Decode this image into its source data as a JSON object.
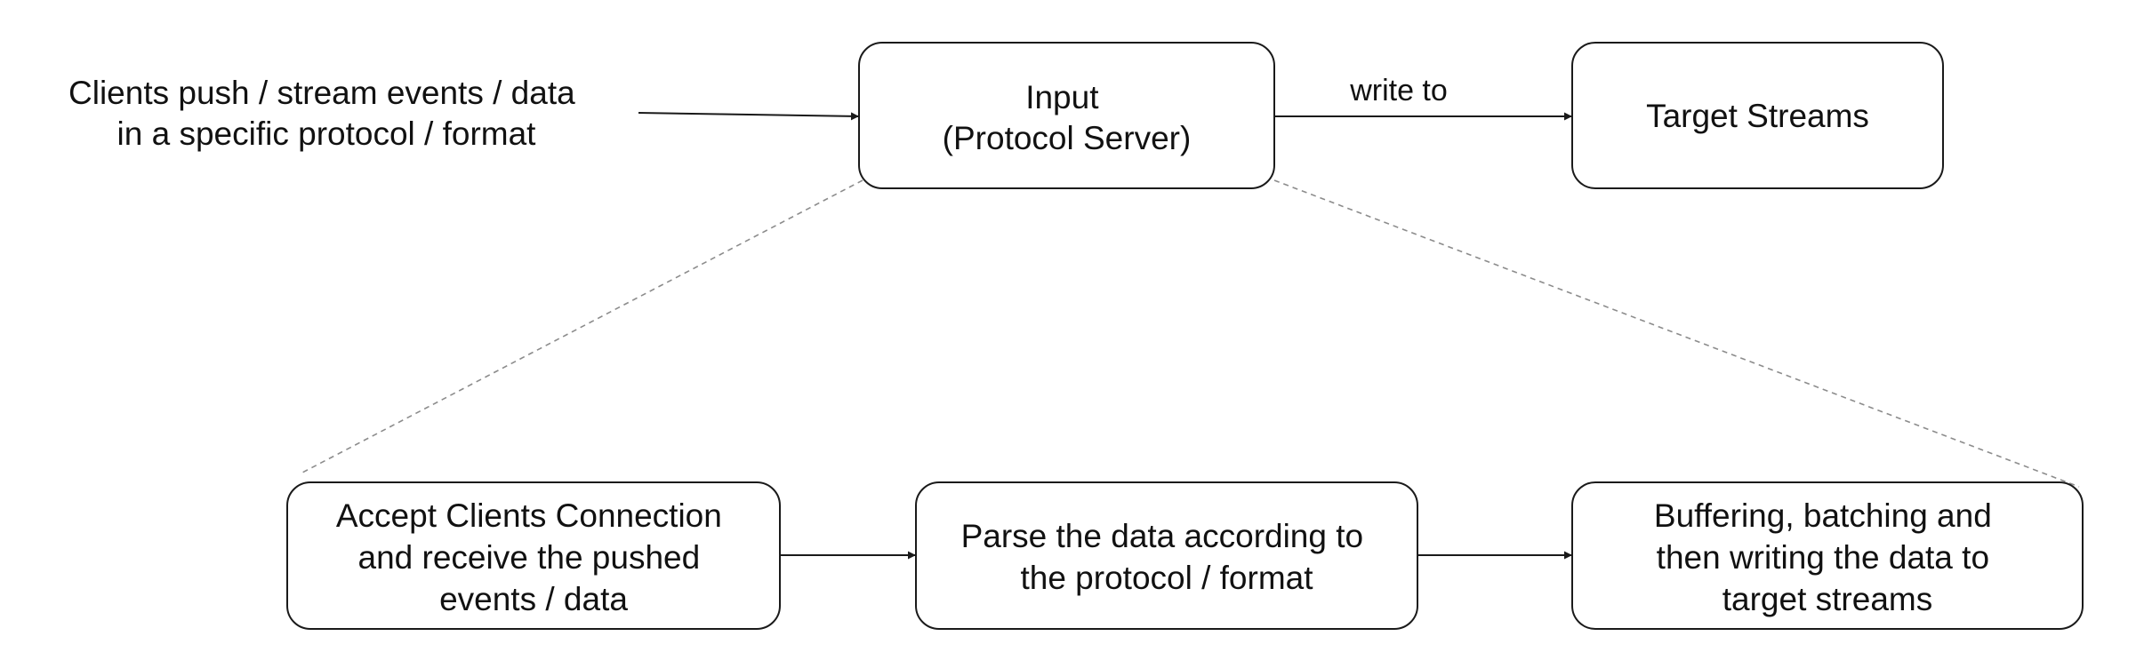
{
  "diagram": {
    "caption": {
      "lines": [
        "Clients push / stream events / data",
        "in a specific protocol / format"
      ]
    },
    "nodes": {
      "input": {
        "lines": [
          "Input",
          "(Protocol Server)"
        ]
      },
      "target": {
        "lines": [
          "Target Streams"
        ]
      },
      "accept": {
        "lines": [
          "Accept Clients Connection",
          "and receive the pushed",
          "events / data"
        ]
      },
      "parse": {
        "lines": [
          "Parse the data according to",
          "the protocol / format"
        ]
      },
      "buffer": {
        "lines": [
          "Buffering, batching and",
          "then writing the data to",
          "target streams"
        ]
      }
    },
    "edges": {
      "write_to_label": "write to"
    }
  }
}
